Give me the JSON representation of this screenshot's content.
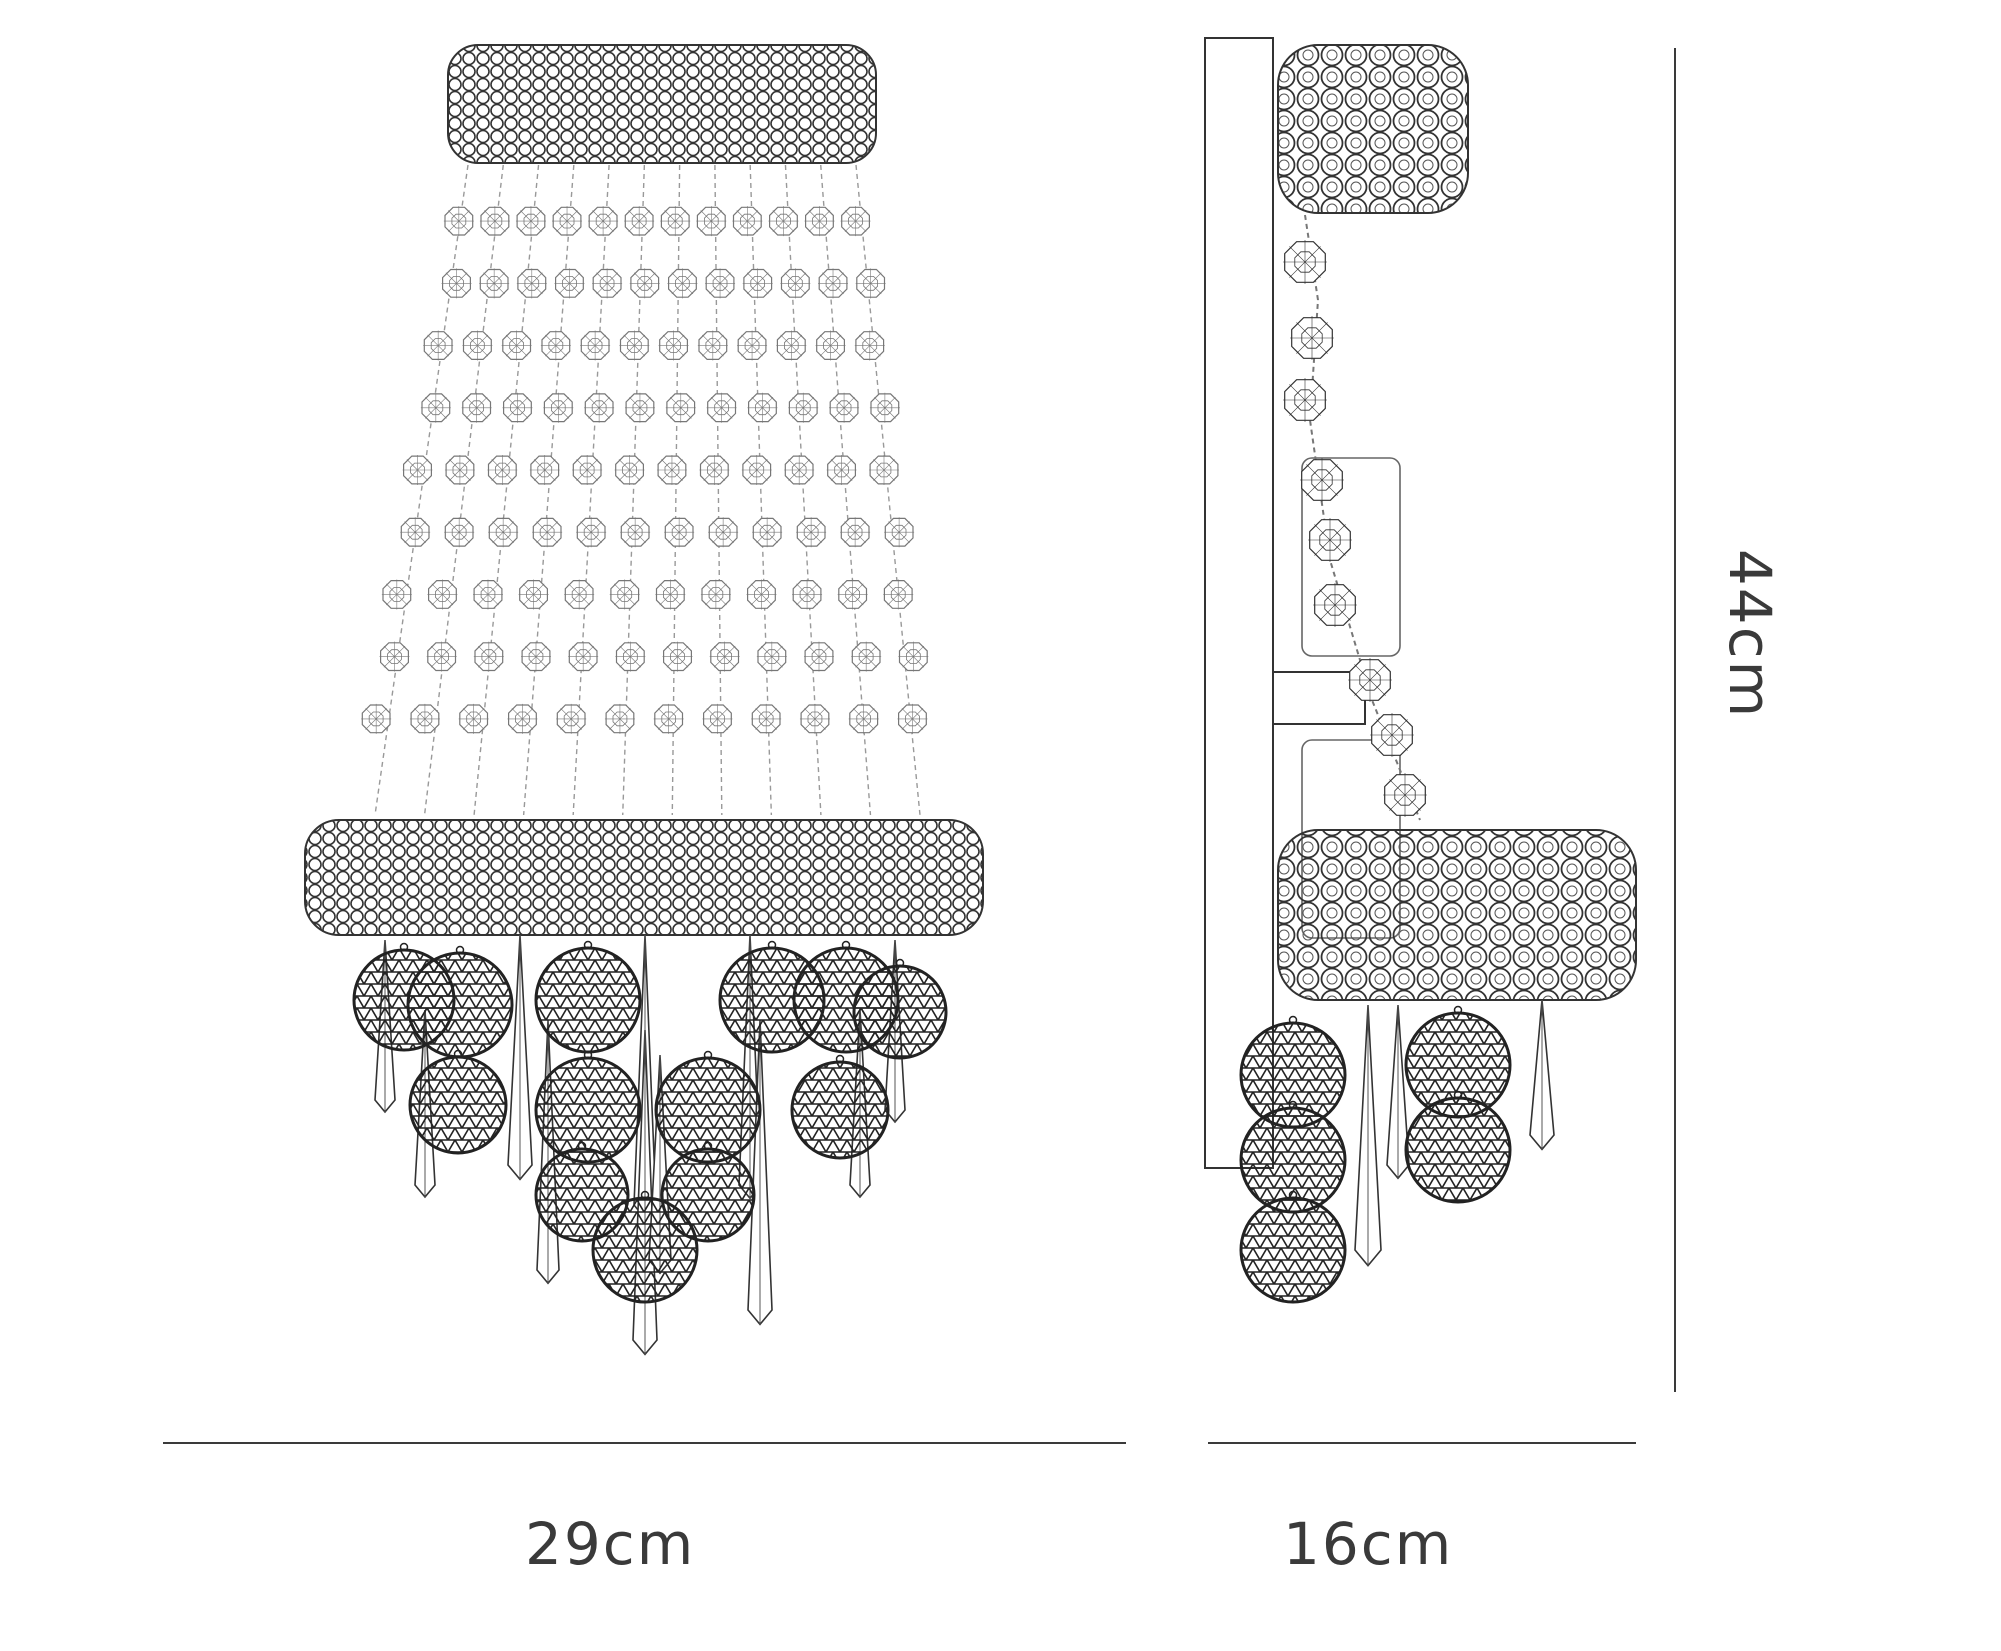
{
  "dimensions": {
    "width": "29cm",
    "depth": "16cm",
    "height": "44cm"
  },
  "colors": {
    "line": "#3a3a3a",
    "light_line": "#9a9a9a",
    "background": "#ffffff"
  }
}
